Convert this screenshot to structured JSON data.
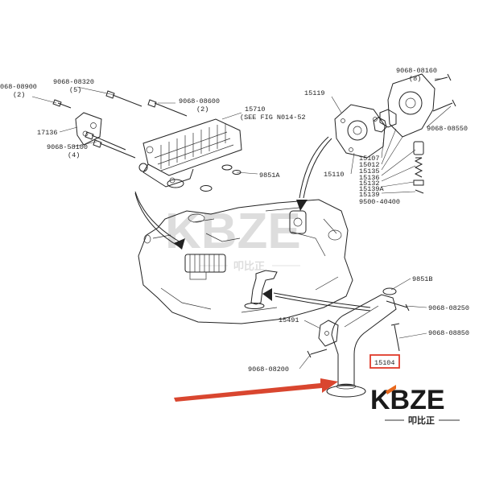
{
  "labels": {
    "p_9068_08900": "068-08900",
    "p_9068_08900_qty": "(2)",
    "p_9068_08320": "9068-08320",
    "p_9068_08320_qty": "(5)",
    "p_9068_08600": "9068-08600",
    "p_9068_08600_qty": "(2)",
    "p_15710": "15710",
    "p_15710_note": "(SEE FIG N014-52",
    "p_17136": "17136",
    "p_9068_58100": "9068-58100",
    "p_9068_58100_qty": "(4)",
    "p_9851A": "9851A",
    "p_15119": "15119",
    "p_9068_08160": "9068-08160",
    "p_9068_08160_qty": "(8)",
    "p_9068_08550": "9068-08550",
    "p_15107": "15107",
    "p_15012": "15012",
    "p_15135": "15135",
    "p_15110": "15110",
    "p_15136": "15136",
    "p_15132": "15132",
    "p_15139A": "15139A",
    "p_15139": "15139",
    "p_9500_40400": "9500-40400",
    "p_9851B": "9851B",
    "p_9068_08250": "9068-08250",
    "p_9068_08850": "9068-08850",
    "p_15491": "15491",
    "p_9068_08200": "9068-08200",
    "p_15104": "15104"
  },
  "watermark": {
    "main": "KBZE",
    "sub": "叩比正"
  },
  "logo": {
    "main": "KBZE",
    "sub": "叩比正"
  },
  "colors": {
    "highlight_box": "#e03a2a",
    "arrow": "#d9462f",
    "logo_accent": "#e8681c",
    "ink": "#222222"
  }
}
